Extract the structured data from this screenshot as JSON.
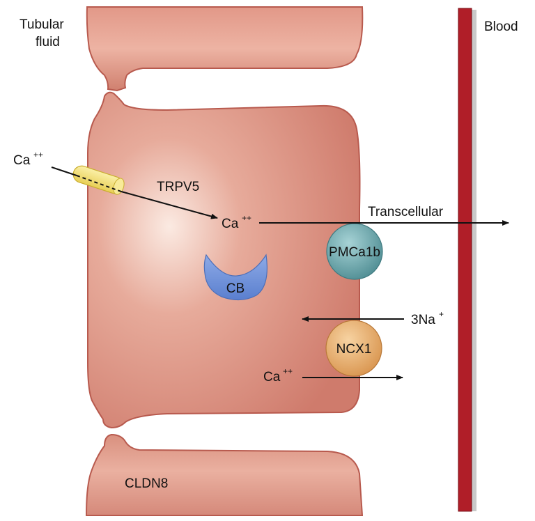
{
  "labels": {
    "tubular_fluid_line1": "Tubular",
    "tubular_fluid_line2": "fluid",
    "blood": "Blood",
    "ca_entry": "Ca",
    "ca_entry_charge": "++",
    "trpv5": "TRPV5",
    "ca_cytosol": "Ca",
    "ca_cytosol_charge": "++",
    "transcellular": "Transcellular",
    "pmca1b": "PMCa1b",
    "cb": "CB",
    "na_count": "3Na",
    "na_charge": "+",
    "ncx1": "NCX1",
    "ca_exit": "Ca",
    "ca_exit_charge": "++",
    "cldn8": "CLDN8"
  },
  "colors": {
    "cell_fill": "#d88a7c",
    "cell_edge": "#b85a4e",
    "vessel": "#b01e28",
    "channel": "#f4e07a",
    "pmca": "#5e9ea4",
    "cb": "#6f8fd6",
    "ncx": "#e2a460"
  }
}
